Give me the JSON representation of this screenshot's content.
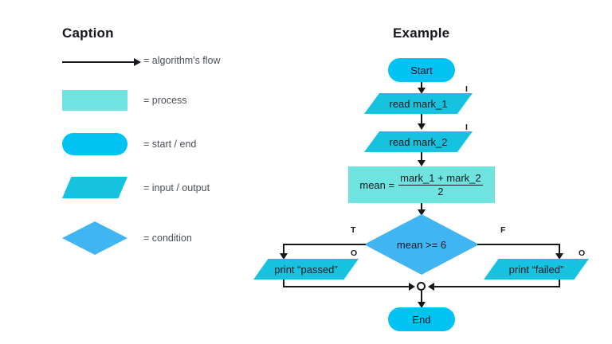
{
  "headings": {
    "caption": "Caption",
    "example": "Example"
  },
  "legend": {
    "items": [
      {
        "shape": "arrow",
        "label": "= algorithm's flow"
      },
      {
        "shape": "rectangle",
        "label": "= process"
      },
      {
        "shape": "pill",
        "label": "= start / end"
      },
      {
        "shape": "parallelogram",
        "label": "= input / output"
      },
      {
        "shape": "diamond",
        "label": "= condition"
      }
    ]
  },
  "colors": {
    "start_end": "#00c2f3",
    "process": "#6fe3e0",
    "input_output": "#15c3e0",
    "condition": "#41b4f2",
    "line": "#16181d",
    "text": "#16181d",
    "background": "#ffffff"
  },
  "flowchart": {
    "nodes": {
      "start": "Start",
      "read_mark_1": "read mark_1",
      "read_mark_2": "read mark_2",
      "process_mean_prefix": "mean =",
      "process_mean_numerator": "mark_1 + mark_2",
      "process_mean_denominator": "2",
      "condition": "mean >= 6",
      "print_passed": "print “passed”",
      "print_failed": "print “failed”",
      "end": "End"
    },
    "edge_labels": {
      "input_1": "I",
      "input_2": "I",
      "true_branch": "T",
      "false_branch": "F",
      "output_passed": "O",
      "output_failed": "O"
    }
  }
}
